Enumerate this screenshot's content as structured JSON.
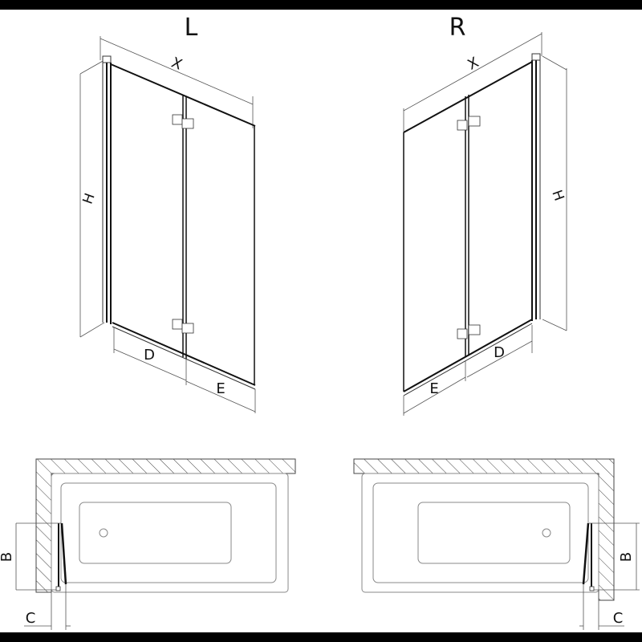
{
  "diagram": {
    "variants": [
      {
        "id": "left",
        "title": "L",
        "iso_labels": {
          "width": "X",
          "height": "H",
          "panel_fixed": "D",
          "panel_fold": "E"
        },
        "plan_labels": {
          "depth": "B",
          "offset": "C"
        }
      },
      {
        "id": "right",
        "title": "R",
        "iso_labels": {
          "width": "X",
          "height": "H",
          "panel_fixed": "D",
          "panel_fold": "E"
        },
        "plan_labels": {
          "depth": "B",
          "offset": "C"
        }
      }
    ],
    "colors": {
      "line": "#1a1a1a",
      "thin_line": "#555555",
      "tub_line": "#8a8a8a",
      "background": "#ffffff",
      "frame": "#000000"
    }
  }
}
